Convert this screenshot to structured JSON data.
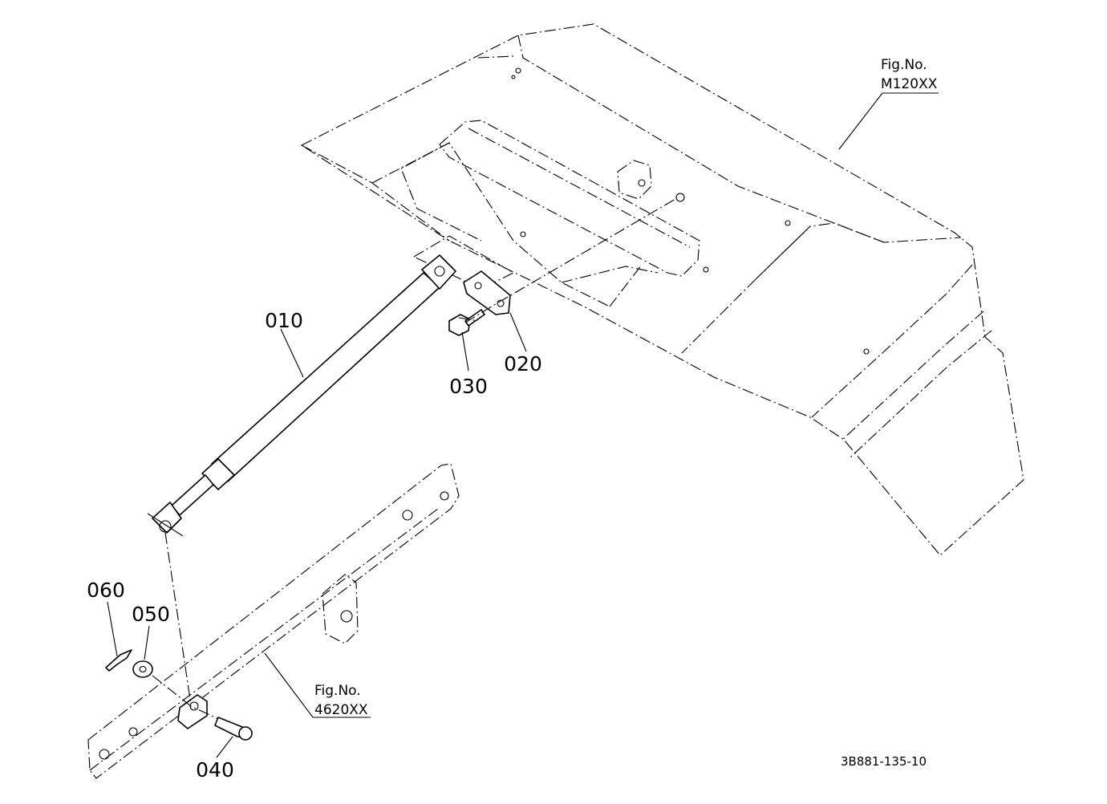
{
  "callouts": {
    "p010": "010",
    "p020": "020",
    "p030": "030",
    "p040": "040",
    "p050": "050",
    "p060": "060"
  },
  "refs": {
    "hood": {
      "line1": "Fig.No.",
      "line2": "M120XX"
    },
    "frame": {
      "line1": "Fig.No.",
      "line2": "4620XX"
    }
  },
  "drawing_code": "3B881-135-10"
}
